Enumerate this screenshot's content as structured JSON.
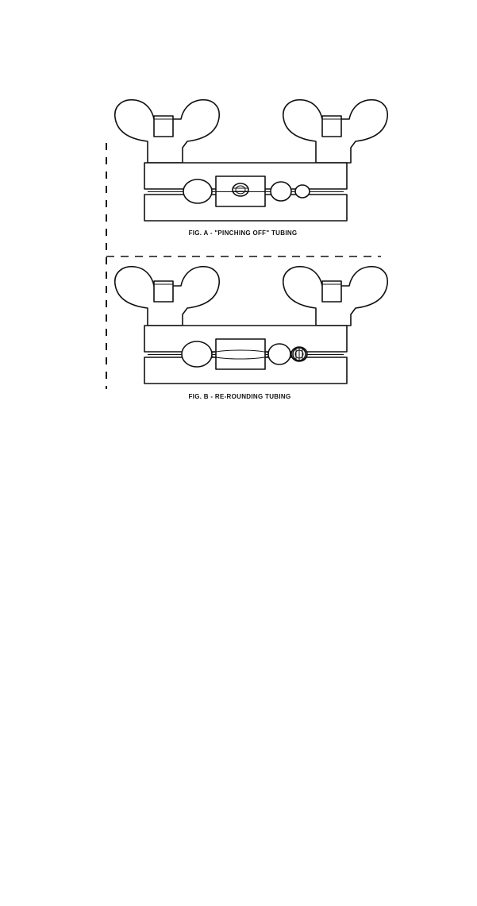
{
  "figures": [
    {
      "id": "A",
      "caption": "FIG. A - \"PINCHING OFF\" TUBING"
    },
    {
      "id": "B",
      "caption": "FIG. B - RE-ROUNDING TUBING"
    }
  ]
}
